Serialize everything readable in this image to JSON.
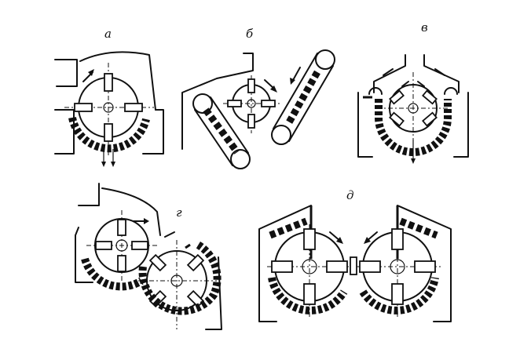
{
  "figure": {
    "labels": {
      "a": "а",
      "b": "б",
      "v": "в",
      "g": "г",
      "d": "д"
    }
  }
}
